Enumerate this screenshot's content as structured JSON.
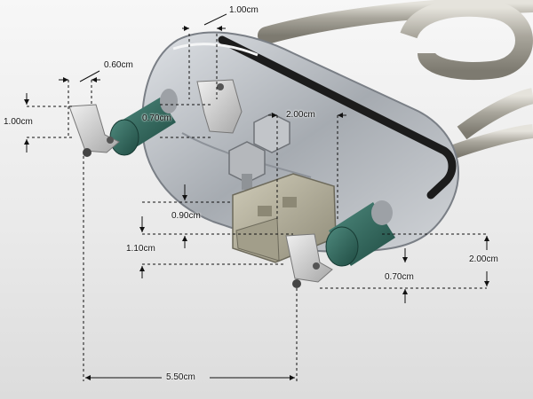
{
  "dimensions": {
    "top_terminal_width": "1.00cm",
    "left_terminal_width": "0.60cm",
    "left_terminal_height": "1.00cm",
    "left_tube_offset": "0.70cm",
    "center_spacing": "2.00cm",
    "connector_offset": "0.90cm",
    "connector_height": "1.10cm",
    "right_terminal_height": "2.00cm",
    "right_tube_offset": "0.70cm",
    "overall_length": "5.50cm"
  },
  "colors": {
    "steel": "#b9bcc0",
    "gasket": "#1c1c1c",
    "rubber": "#2f6b5f",
    "connector": "#b6b29f",
    "dimension_line": "#111111"
  }
}
